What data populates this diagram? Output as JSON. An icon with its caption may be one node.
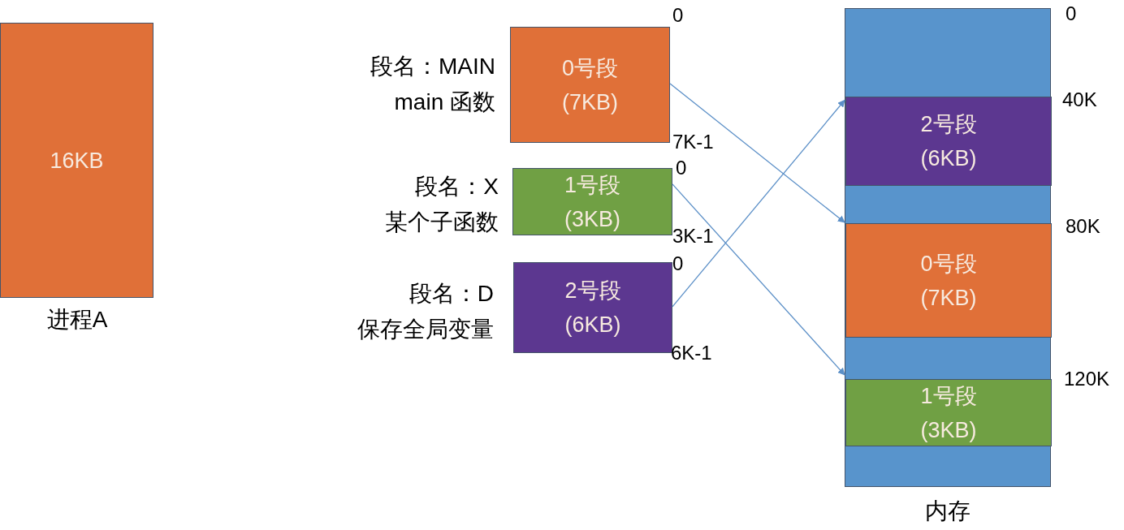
{
  "diagram": {
    "nodes": [
      {
        "text": [
          "16KB"
        ],
        "beside": [
          "进程A"
        ]
      },
      {
        "text": [
          "0号段",
          "(7KB)"
        ],
        "beside": [
          "段名：MAIN",
          "main 函数",
          "0",
          "7K-1"
        ]
      },
      {
        "text": [
          "1号段",
          "(3KB)"
        ],
        "beside": [
          "段名：X",
          "某个子函数",
          "0",
          "3K-1"
        ]
      },
      {
        "text": [
          "2号段",
          "(6KB)"
        ],
        "beside": [
          "段名：D",
          "保存全局变量",
          "0",
          "6K-1"
        ]
      },
      {
        "text": [],
        "shape": "bar",
        "beside": [
          "内存"
        ]
      },
      {
        "text": [
          "2号段",
          "(6KB)"
        ],
        "in": 4
      },
      {
        "text": [
          "0号段",
          "(7KB)"
        ],
        "in": 4
      },
      {
        "text": [
          "1号段",
          "(3KB)"
        ],
        "in": 4
      }
    ],
    "edges": [
      {
        "from": 1,
        "to": 6,
        "arrow": "to"
      },
      {
        "from": 2,
        "to": 7,
        "arrow": "to"
      },
      {
        "from": 3,
        "to": 5,
        "arrow": "to"
      }
    ],
    "labels": [
      "0",
      "40K",
      "80K",
      "120K"
    ]
  }
}
